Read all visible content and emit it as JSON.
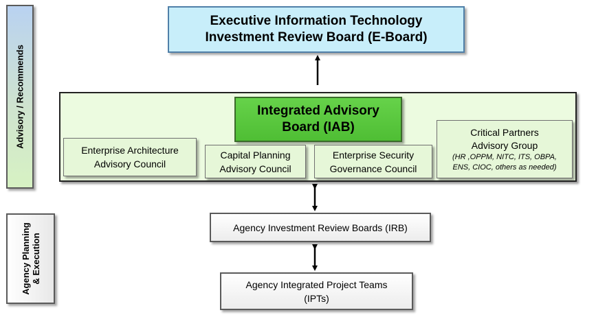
{
  "side_labels": {
    "advisory": "Advisory / Recommends",
    "agency_line1": "Agency Planning",
    "agency_line2": "& Execution"
  },
  "eboard": {
    "line1": "Executive Information Technology",
    "line2": "Investment Review Board (E-Board)"
  },
  "iab": {
    "line1": "Integrated Advisory",
    "line2": "Board (IAB)"
  },
  "councils": {
    "ea": {
      "line1": "Enterprise Architecture",
      "line2": "Advisory Council"
    },
    "cp": {
      "line1": "Capital Planning",
      "line2": "Advisory Council"
    },
    "es": {
      "line1": "Enterprise Security",
      "line2": "Governance Council"
    },
    "cpag": {
      "line1": "Critical Partners",
      "line2": "Advisory Group",
      "sub1": "(HR ,OPPM, NITC, ITS, OBPA,",
      "sub2": "ENS,  CIOC, others as needed)"
    }
  },
  "irb": {
    "label": "Agency Investment Review Boards (IRB)"
  },
  "ipt": {
    "line1": "Agency Integrated Project Teams",
    "line2": "(IPTs)"
  },
  "colors": {
    "eboard_fill": "#c8eefa",
    "iab_fill": "#55c43a",
    "container_fill": "#ecfbe0",
    "council_fill": "#e6f7d8",
    "grey_fill": "#ececec"
  }
}
